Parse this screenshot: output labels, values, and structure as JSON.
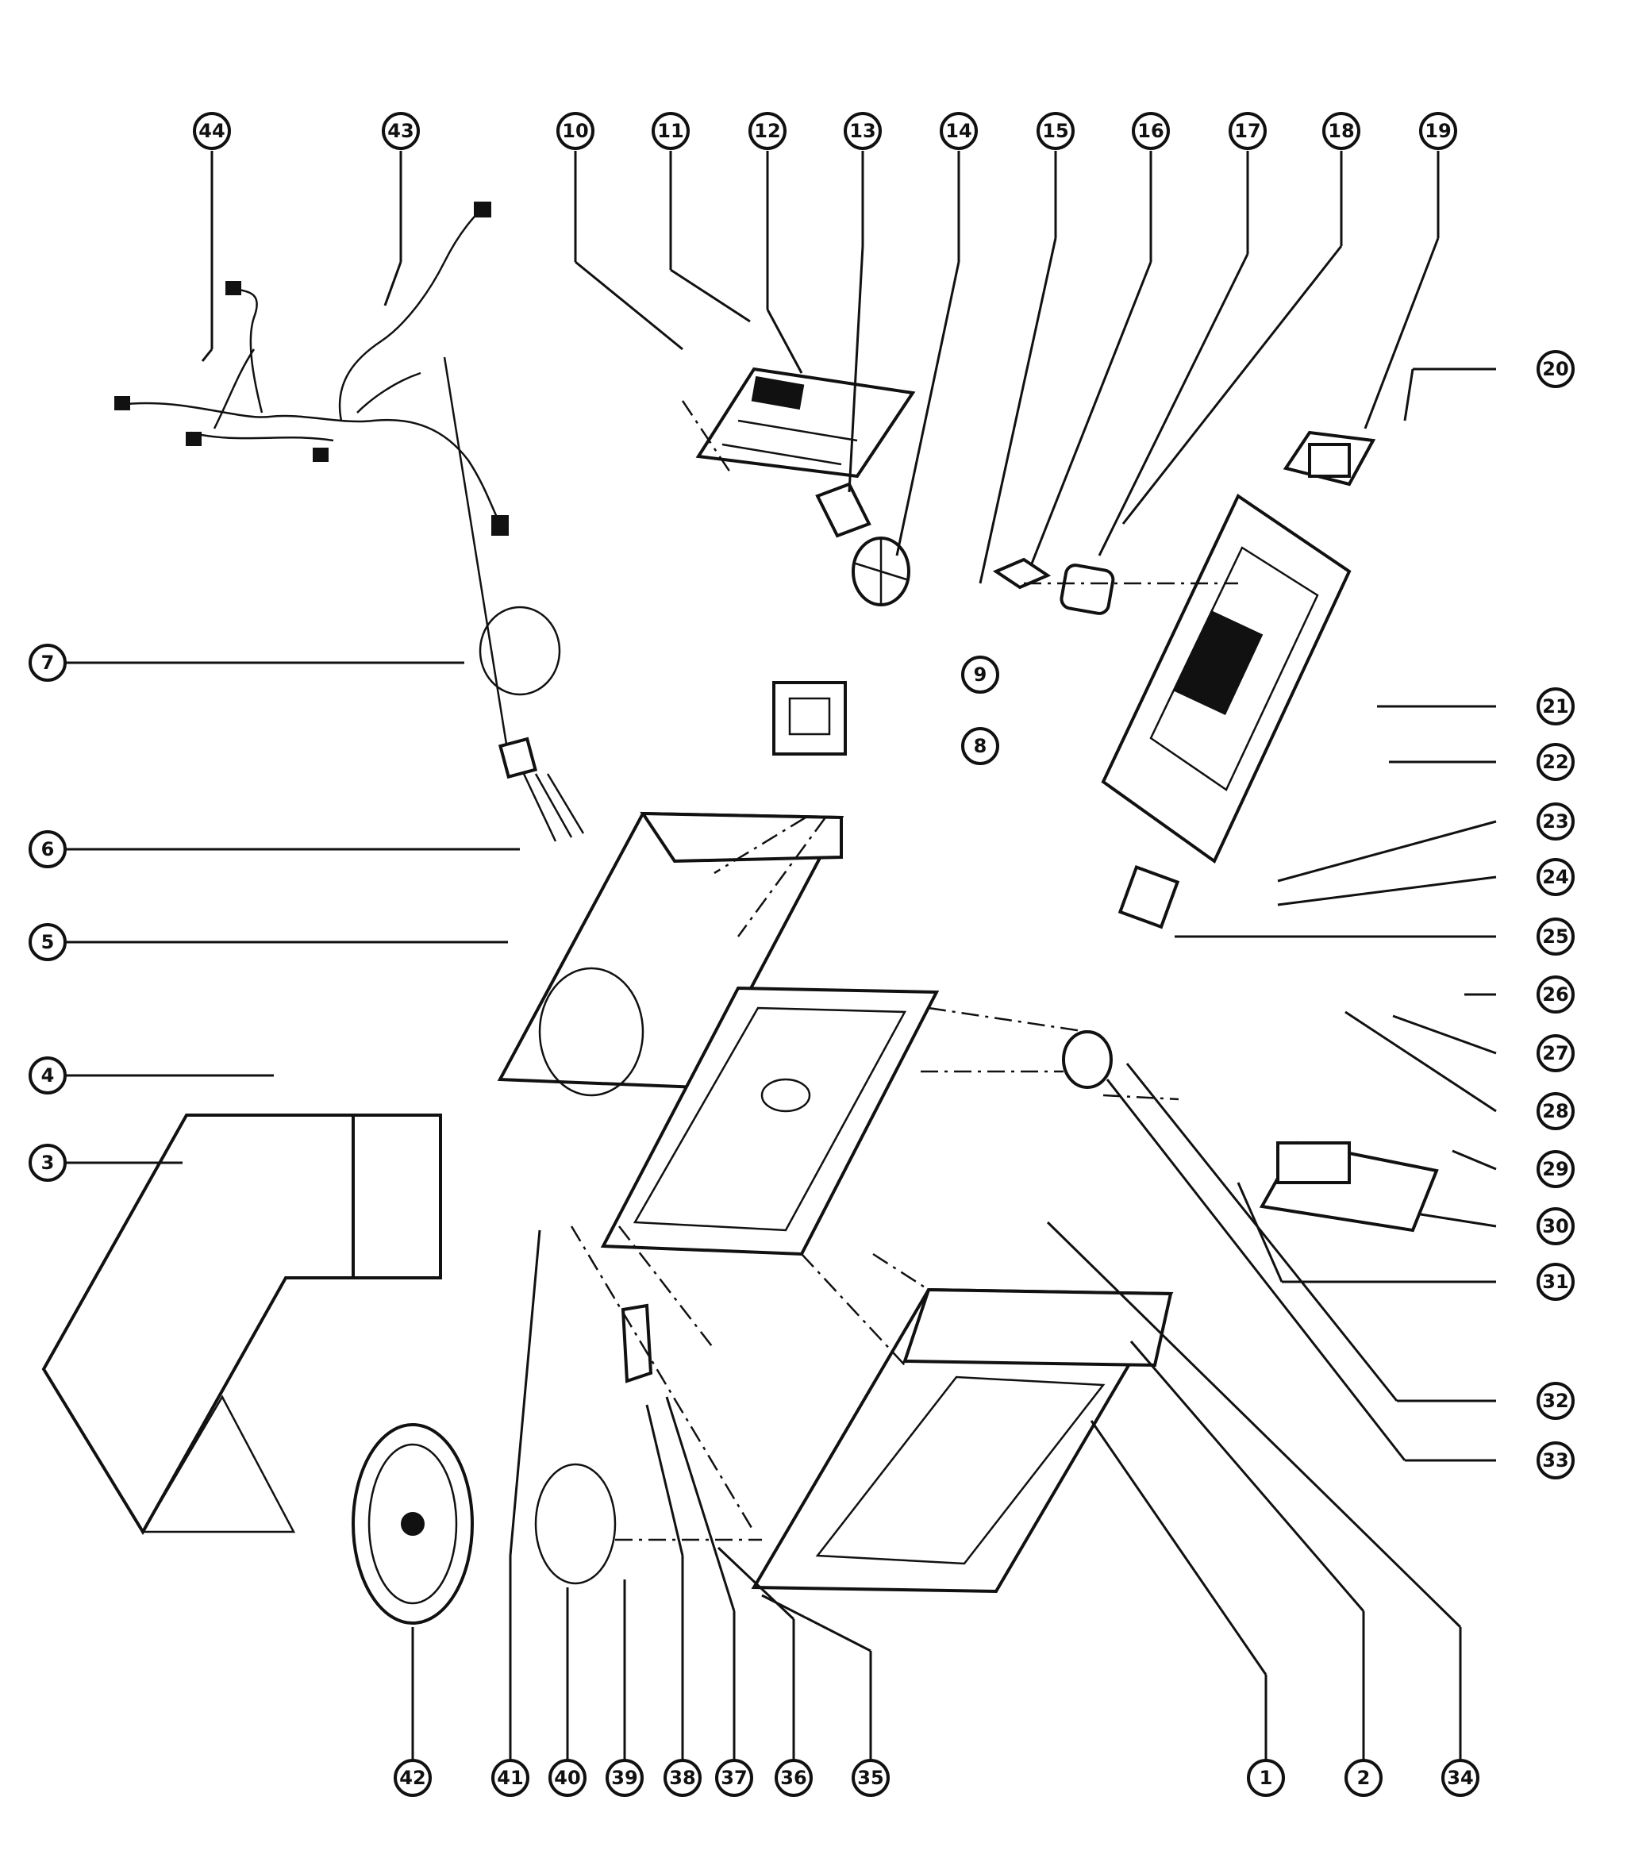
{
  "callouts": [
    {
      "id": "c1",
      "label": "1"
    },
    {
      "id": "c2",
      "label": "2"
    },
    {
      "id": "c3",
      "label": "3"
    },
    {
      "id": "c4",
      "label": "4"
    },
    {
      "id": "c5",
      "label": "5"
    },
    {
      "id": "c6",
      "label": "6"
    },
    {
      "id": "c7",
      "label": "7"
    },
    {
      "id": "c8",
      "label": "8"
    },
    {
      "id": "c9",
      "label": "9"
    },
    {
      "id": "c10",
      "label": "10"
    },
    {
      "id": "c11",
      "label": "11"
    },
    {
      "id": "c12",
      "label": "12"
    },
    {
      "id": "c13",
      "label": "13"
    },
    {
      "id": "c14",
      "label": "14"
    },
    {
      "id": "c15",
      "label": "15"
    },
    {
      "id": "c16",
      "label": "16"
    },
    {
      "id": "c17",
      "label": "17"
    },
    {
      "id": "c18",
      "label": "18"
    },
    {
      "id": "c19",
      "label": "19"
    },
    {
      "id": "c20",
      "label": "20"
    },
    {
      "id": "c21",
      "label": "21"
    },
    {
      "id": "c22",
      "label": "22"
    },
    {
      "id": "c23",
      "label": "23"
    },
    {
      "id": "c24",
      "label": "24"
    },
    {
      "id": "c25",
      "label": "25"
    },
    {
      "id": "c26",
      "label": "26"
    },
    {
      "id": "c27",
      "label": "27"
    },
    {
      "id": "c28",
      "label": "28"
    },
    {
      "id": "c29",
      "label": "29"
    },
    {
      "id": "c30",
      "label": "30"
    },
    {
      "id": "c31",
      "label": "31"
    },
    {
      "id": "c32",
      "label": "32"
    },
    {
      "id": "c33",
      "label": "33"
    },
    {
      "id": "c34",
      "label": "34"
    },
    {
      "id": "c35",
      "label": "35"
    },
    {
      "id": "c36",
      "label": "36"
    },
    {
      "id": "c37",
      "label": "37"
    },
    {
      "id": "c38",
      "label": "38"
    },
    {
      "id": "c39",
      "label": "39"
    },
    {
      "id": "c40",
      "label": "40"
    },
    {
      "id": "c41",
      "label": "41"
    },
    {
      "id": "c42",
      "label": "42"
    },
    {
      "id": "c43",
      "label": "43"
    },
    {
      "id": "c44",
      "label": "44"
    }
  ]
}
